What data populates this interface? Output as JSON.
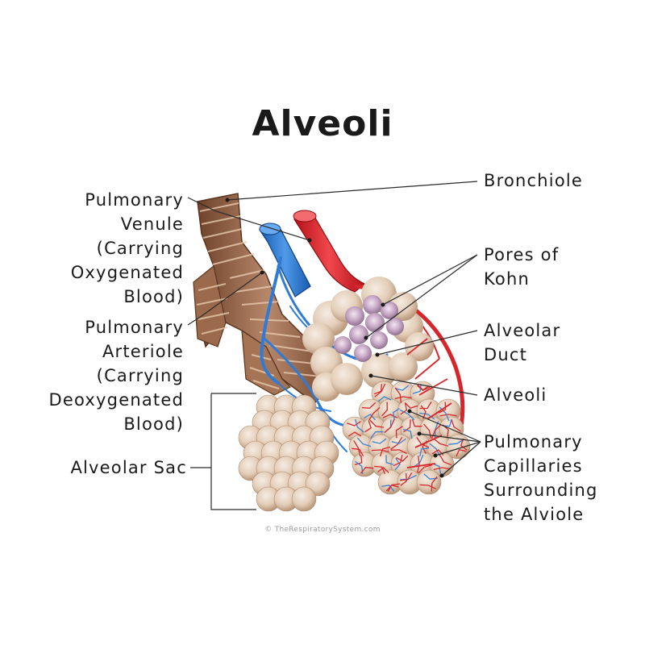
{
  "title": "Alveoli",
  "labels": {
    "pulmonary_venule": [
      "Pulmonary",
      "Venule",
      "(Carrying",
      "Oxygenated",
      "Blood)"
    ],
    "pulmonary_arteriole": [
      "Pulmonary",
      "Arteriole",
      "(Carrying",
      "Deoxygenated",
      "Blood)"
    ],
    "alveolar_sac": [
      "Alveolar Sac"
    ],
    "bronchiole": [
      "Bronchiole"
    ],
    "pores_of_kohn": [
      "Pores of",
      "Kohn"
    ],
    "alveolar_duct": [
      "Alveolar",
      "Duct"
    ],
    "alveoli": [
      "Alveoli"
    ],
    "pulmonary_capillaries": [
      "Pulmonary",
      "Capillaries",
      "Surrounding",
      "the Alviole"
    ]
  },
  "copyright": "© TheRespiratorySystem.com",
  "colors": {
    "bronchiole": "#8a5a3c",
    "bronchiole_light": "#c79a78",
    "artery_red": "#e0252b",
    "vein_blue": "#2f7bd6",
    "alveolus": "#e8d6c4",
    "alveolus_shade": "#c9ad92",
    "pore": "#b796b8",
    "leader_line": "#2a2a2a"
  }
}
